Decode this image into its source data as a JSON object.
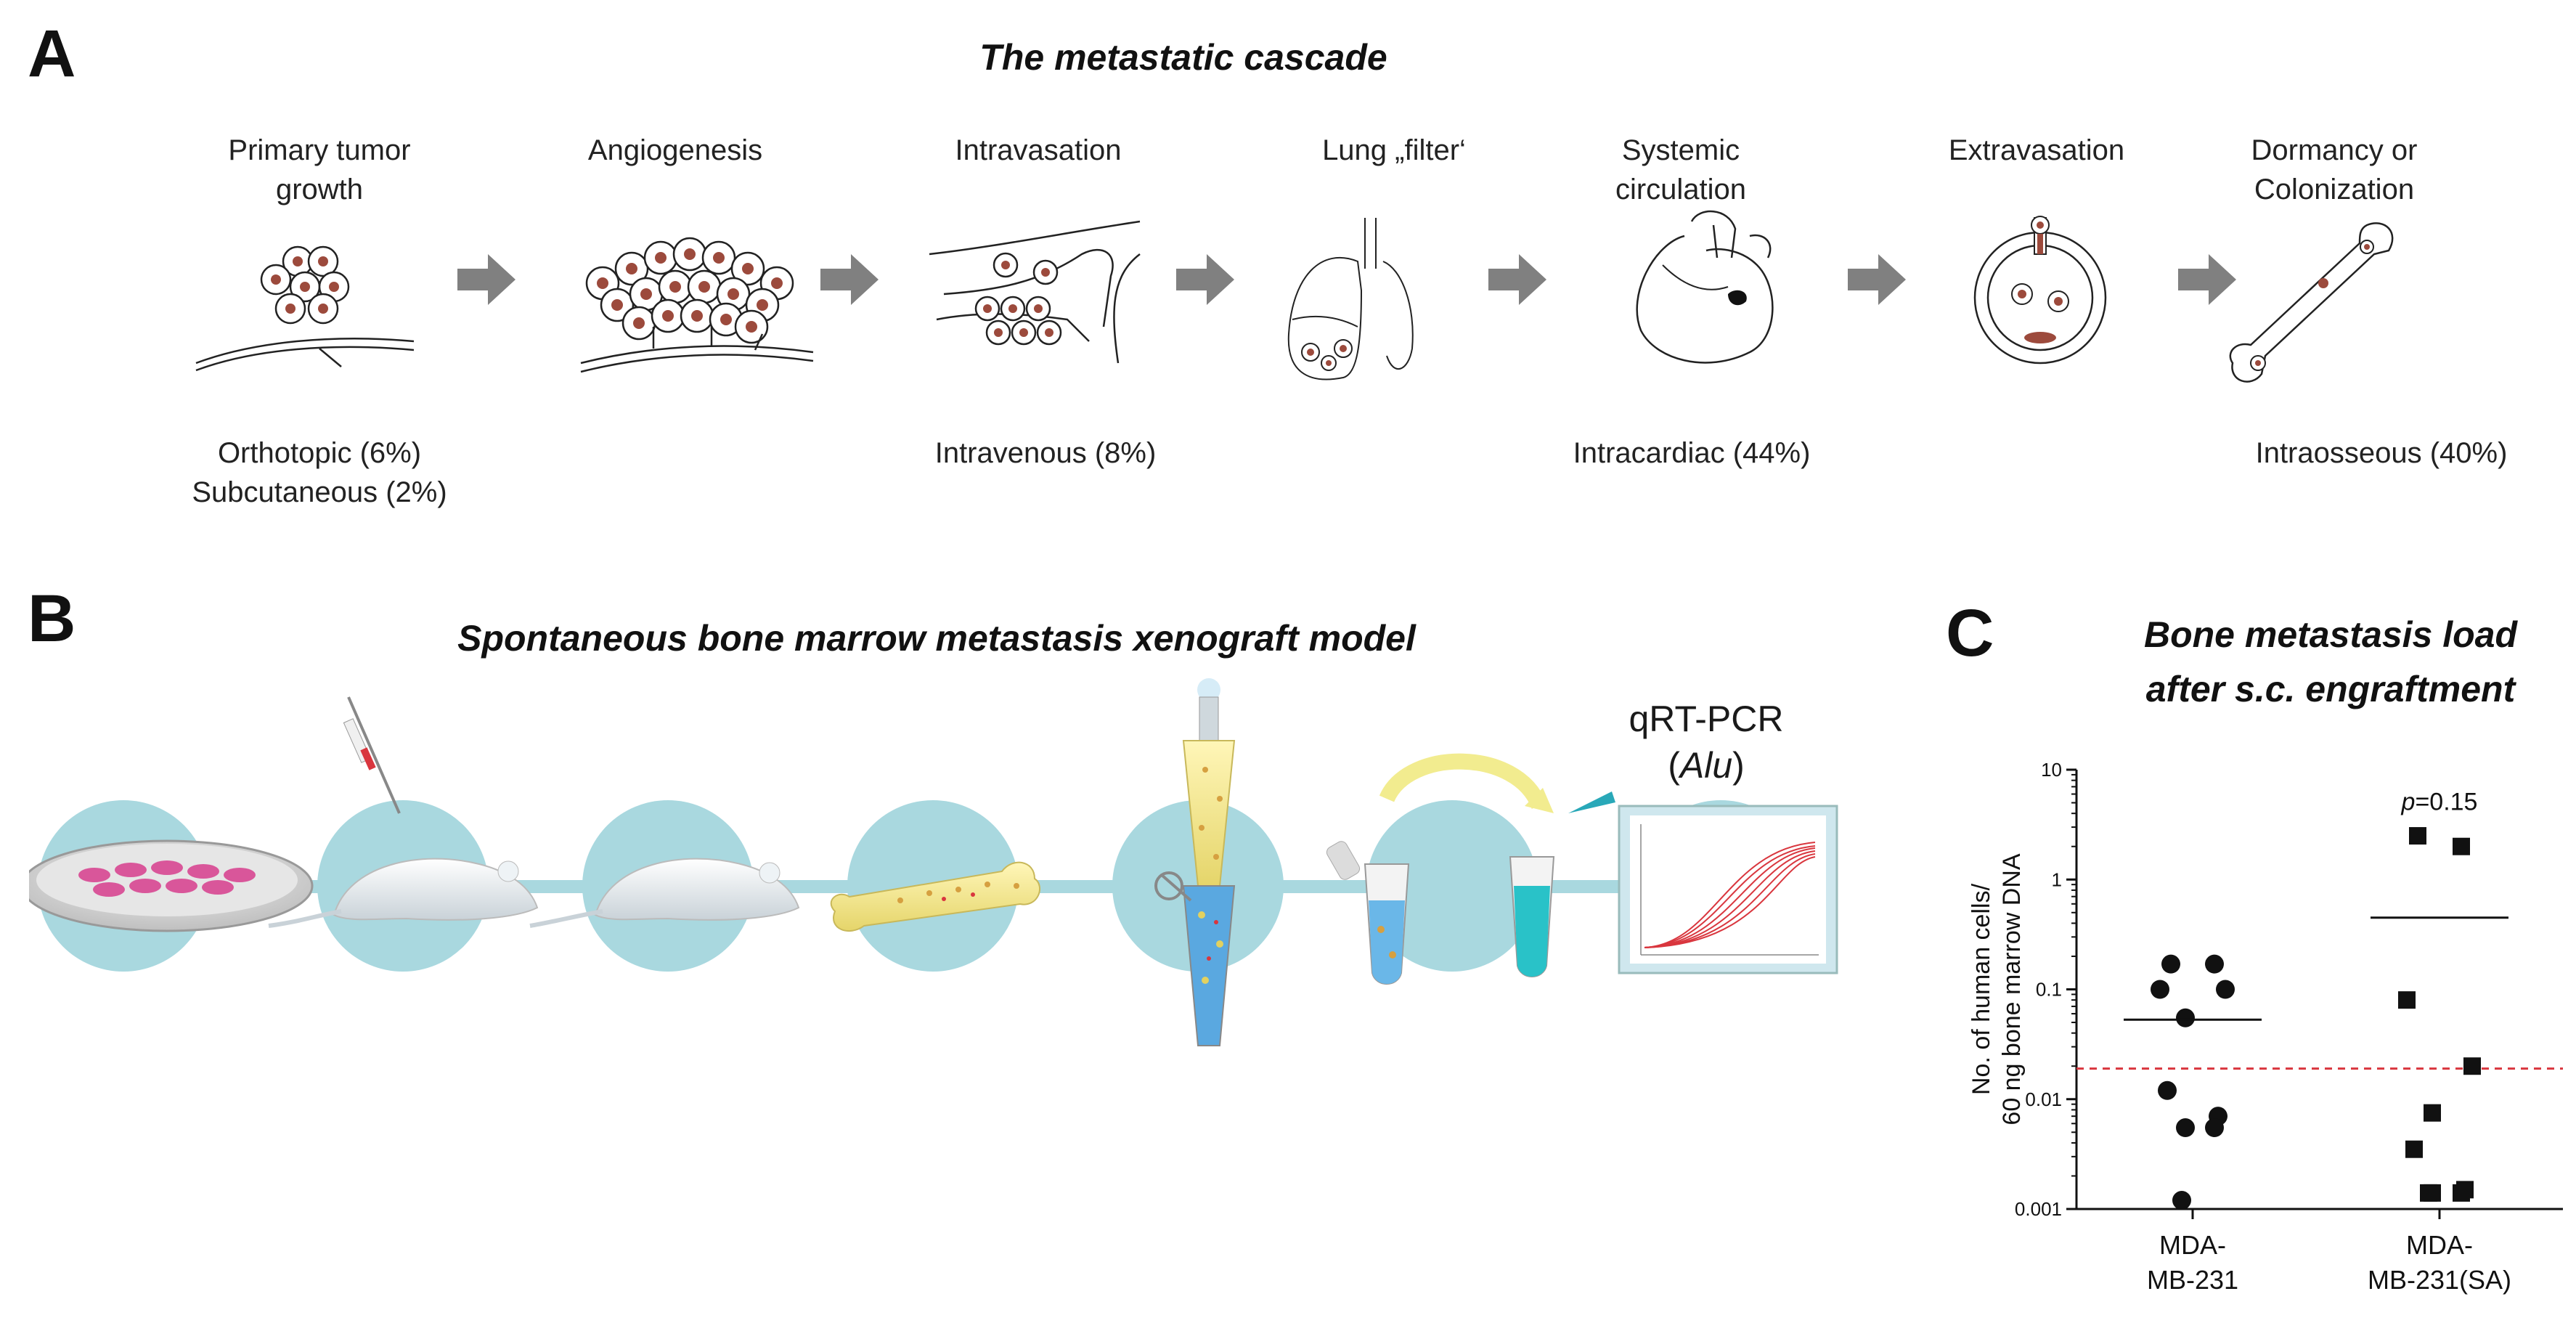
{
  "panel_a": {
    "letter": "A",
    "title": "The metastatic cascade",
    "steps": [
      {
        "label": "Primary tumor\ngrowth",
        "icon": "primary-tumor-icon"
      },
      {
        "label": "Angiogenesis",
        "icon": "angiogenesis-icon"
      },
      {
        "label": "Intravasation",
        "icon": "intravasation-icon"
      },
      {
        "label": "Lung „filter‘",
        "icon": "lung-icon"
      },
      {
        "label": "Systemic\ncirculation",
        "icon": "heart-icon"
      },
      {
        "label": "Extravasation",
        "icon": "extravasation-icon"
      },
      {
        "label": "Dormancy or\nColonization",
        "icon": "bone-icon"
      }
    ],
    "routes": [
      "Orthotopic (6%)\nSubcutaneous (2%)",
      "Intravenous (8%)",
      "Intracardiac (44%)",
      "Intraosseous (40%)"
    ]
  },
  "panel_b": {
    "letter": "B",
    "title": "Spontaneous bone marrow metastasis xenograft model",
    "qrt_label": "qRT-PCR",
    "alu_label": "Alu",
    "circle_color": "#a9d8df",
    "line_color": "#a9d8df"
  },
  "panel_c": {
    "letter": "C",
    "title_line1": "Bone metastasis load",
    "title_line2": "after s.c. engraftment"
  },
  "chart_data": {
    "type": "scatter",
    "title": "Bone metastasis load after s.c. engraftment",
    "ylabel": "No. of human cells/ 60 ng bone marrow DNA",
    "yscale": "log",
    "ylim": [
      0.001,
      10
    ],
    "yticks": [
      "0.001",
      "0.01",
      "0.1",
      "1",
      "10"
    ],
    "categories": [
      "MDA-\nMB-231",
      "MDA-\nMB-231(SA)"
    ],
    "annotation": "p=0.15",
    "threshold": 0.019,
    "threshold_color": "#d9363e",
    "series": [
      {
        "marker": "circle",
        "values": [
          0.17,
          0.17,
          0.1,
          0.1,
          0.055,
          0.012,
          0.007,
          0.0055,
          0.0055,
          0.0012
        ],
        "mean": 0.053
      },
      {
        "marker": "square",
        "values": [
          2.5,
          2.0,
          0.08,
          0.02,
          0.0075,
          0.0035,
          0.0015,
          0.0014,
          0.0014,
          0.0014
        ],
        "mean": 0.45
      }
    ]
  }
}
